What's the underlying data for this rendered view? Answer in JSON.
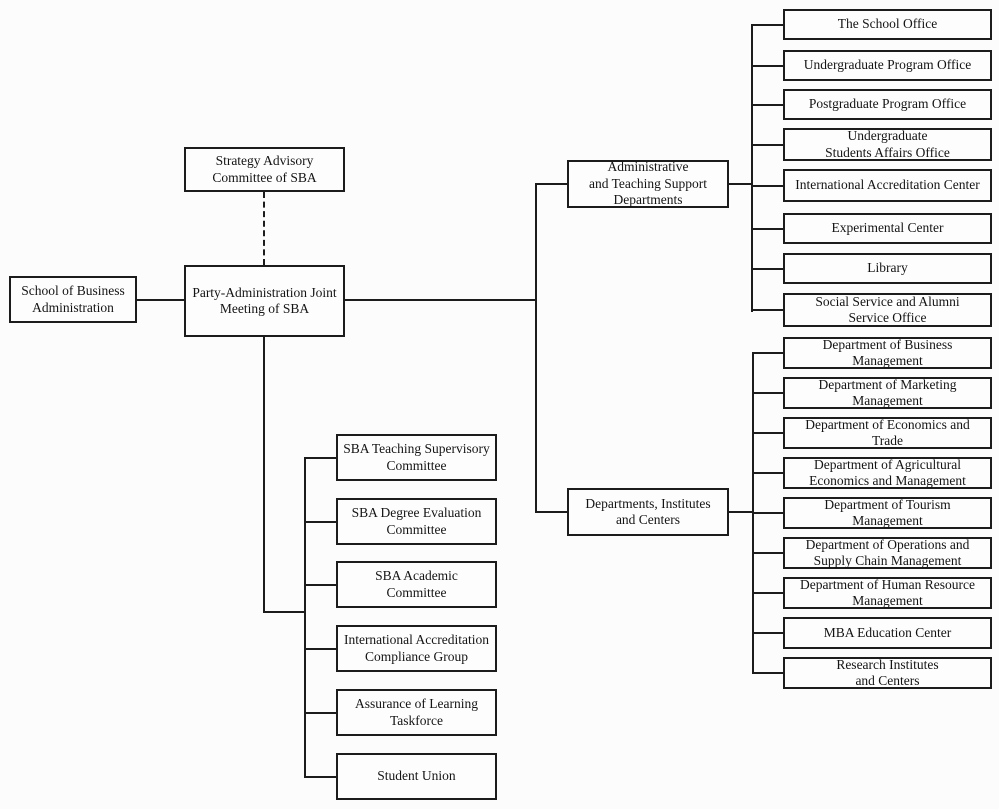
{
  "page": {
    "background_color": "#fcfcfc",
    "line_color": "#1c1c1c",
    "box_fill_color": "#fdfdfd"
  },
  "diagram": {
    "school": {
      "label": "School of Business\nAdministration"
    },
    "strategy": {
      "label": "Strategy Advisory\nCommittee of SBA"
    },
    "joint": {
      "label": "Party-Administration Joint\nMeeting of SBA"
    },
    "admin_group": {
      "label": "Administrative\nand Teaching Support\nDepartments"
    },
    "dept_group": {
      "label": "Departments, Institutes\nand Centers"
    },
    "admin_children": [
      {
        "label": "The School Office"
      },
      {
        "label": "Undergraduate Program Office"
      },
      {
        "label": "Postgraduate Program Office"
      },
      {
        "label": "Undergraduate\nStudents Affairs Office"
      },
      {
        "label": "International Accreditation Center"
      },
      {
        "label": "Experimental Center"
      },
      {
        "label": "Library"
      },
      {
        "label": "Social Service and Alumni\nService Office"
      }
    ],
    "dept_children": [
      {
        "label": "Department of Business\nManagement"
      },
      {
        "label": "Department of Marketing\nManagement"
      },
      {
        "label": "Department of Economics and\nTrade"
      },
      {
        "label": "Department of Agricultural\nEconomics and Management"
      },
      {
        "label": "Department of Tourism\nManagement"
      },
      {
        "label": "Department of Operations and\nSupply Chain Management"
      },
      {
        "label": "Department of Human Resource\nManagement"
      },
      {
        "label": "MBA Education Center"
      },
      {
        "label": "Research Institutes\nand Centers"
      }
    ],
    "committees": [
      {
        "label": "SBA Teaching Supervisory\nCommittee"
      },
      {
        "label": "SBA Degree Evaluation\nCommittee"
      },
      {
        "label": "SBA Academic\nCommittee"
      },
      {
        "label": "International Accreditation\nCompliance Group"
      },
      {
        "label": "Assurance of Learning\nTaskforce"
      },
      {
        "label": "Student Union"
      }
    ]
  }
}
